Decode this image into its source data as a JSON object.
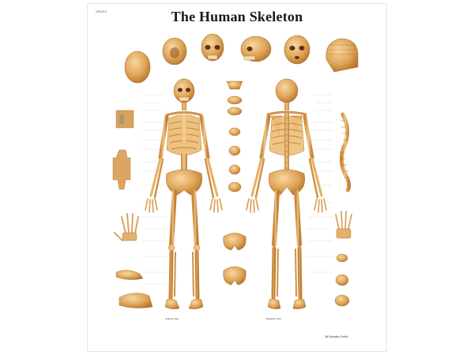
{
  "poster": {
    "title": "The Human Skeleton",
    "product_code": "VR1113",
    "captions": {
      "anterior_view": "Anterior view",
      "posterior_view": "Posterior view"
    },
    "publisher": "3B Scientific GmbH",
    "colors": {
      "bone": "#e0a75a",
      "bone_dark": "#b9742c",
      "bone_light": "#f3cf93",
      "label_line": "#9a9a9a",
      "title": "#1a1a1a"
    }
  }
}
